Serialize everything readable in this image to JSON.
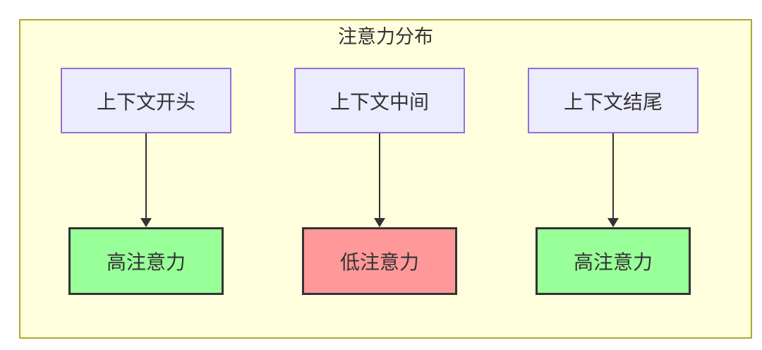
{
  "diagram": {
    "title": "注意力分布",
    "columns": [
      {
        "source": {
          "label": "上下文开头"
        },
        "target": {
          "label": "高注意力",
          "variant": "high"
        }
      },
      {
        "source": {
          "label": "上下文中间"
        },
        "target": {
          "label": "低注意力",
          "variant": "low"
        }
      },
      {
        "source": {
          "label": "上下文结尾"
        },
        "target": {
          "label": "高注意力",
          "variant": "high"
        }
      }
    ],
    "colors": {
      "cluster_fill": "#ffffde",
      "cluster_border": "#aaaa33",
      "source_fill": "#ececff",
      "source_border": "#9370db",
      "target_high_fill": "#99ff99",
      "target_low_fill": "#ff9999",
      "target_border": "#333333",
      "arrow": "#333333",
      "text": "#333333"
    }
  }
}
